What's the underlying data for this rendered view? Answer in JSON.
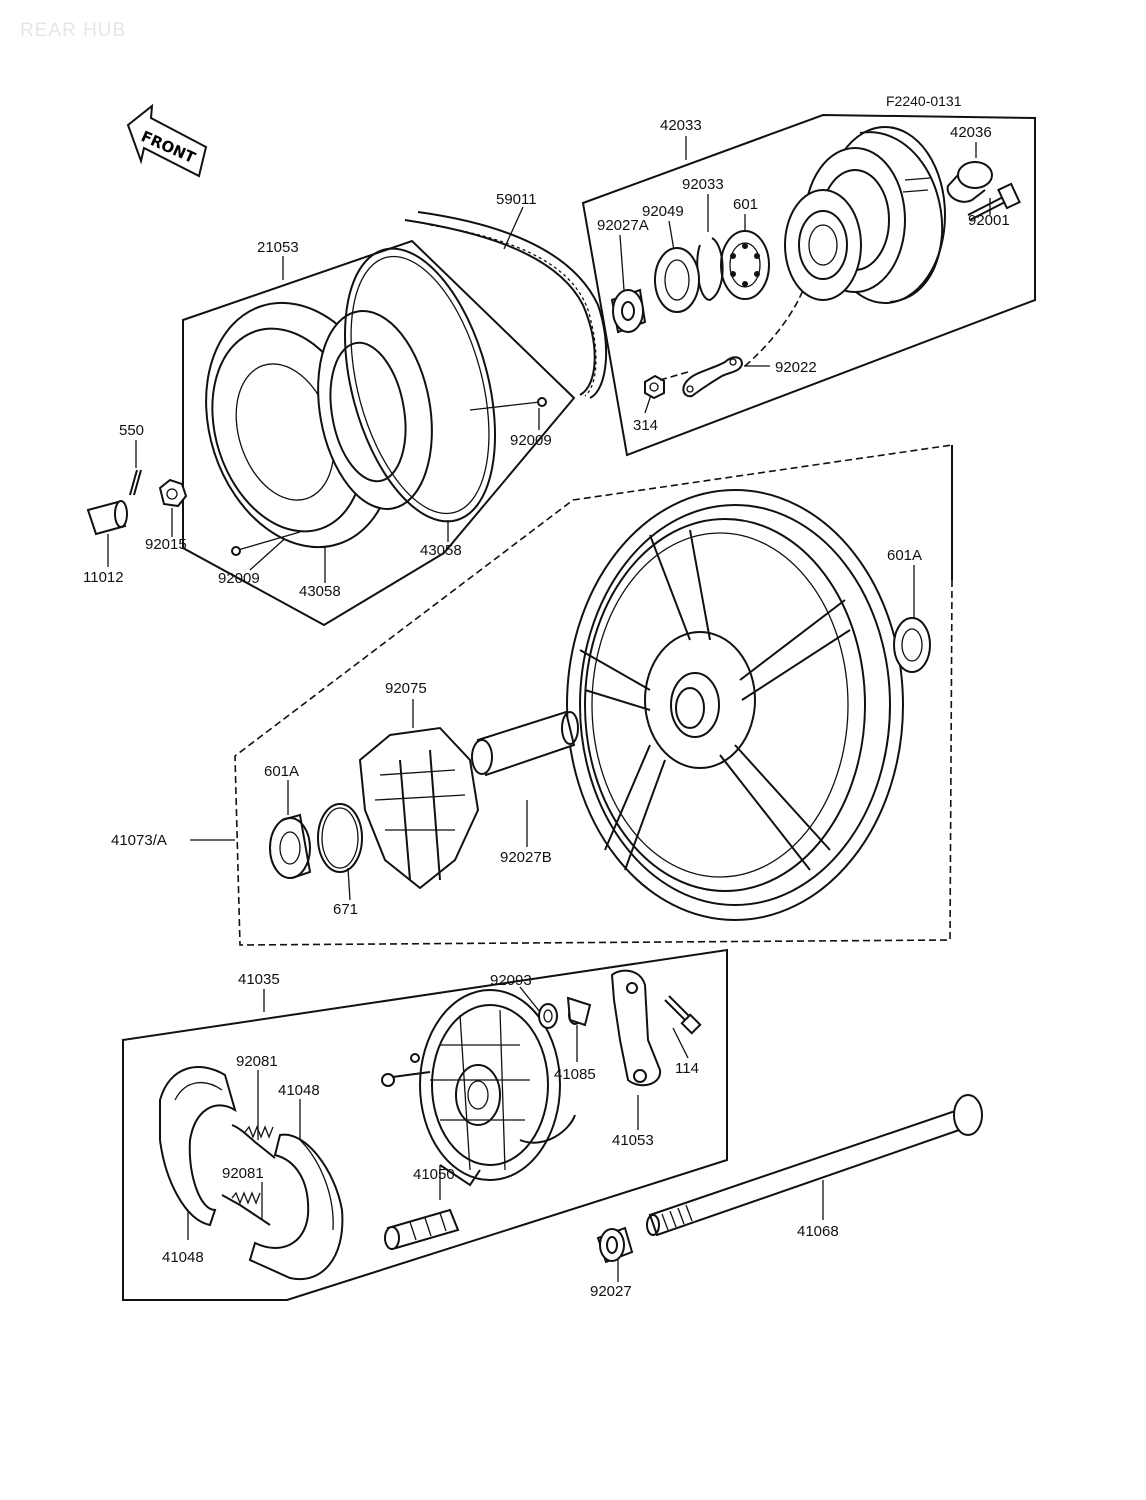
{
  "header": {
    "watermark": "REAR HUB",
    "figure_code": "F2240-0131",
    "front_arrow": "FRONT"
  },
  "labels": [
    {
      "id": "42033",
      "text": "42033"
    },
    {
      "id": "42036",
      "text": "42036"
    },
    {
      "id": "92033",
      "text": "92033"
    },
    {
      "id": "92049",
      "text": "92049"
    },
    {
      "id": "601",
      "text": "601"
    },
    {
      "id": "92027A",
      "text": "92027A"
    },
    {
      "id": "92001",
      "text": "92001"
    },
    {
      "id": "92022",
      "text": "92022"
    },
    {
      "id": "314",
      "text": "314"
    },
    {
      "id": "59011",
      "text": "59011"
    },
    {
      "id": "21053",
      "text": "21053"
    },
    {
      "id": "550",
      "text": "550"
    },
    {
      "id": "92009a",
      "text": "92009"
    },
    {
      "id": "92015",
      "text": "92015"
    },
    {
      "id": "11012",
      "text": "11012"
    },
    {
      "id": "92009b",
      "text": "92009"
    },
    {
      "id": "43058a",
      "text": "43058"
    },
    {
      "id": "43058b",
      "text": "43058"
    },
    {
      "id": "601A_right",
      "text": "601A"
    },
    {
      "id": "92075",
      "text": "92075"
    },
    {
      "id": "601A_left",
      "text": "601A"
    },
    {
      "id": "41073A",
      "text": "41073/A"
    },
    {
      "id": "92027B",
      "text": "92027B"
    },
    {
      "id": "671",
      "text": "671"
    },
    {
      "id": "41035",
      "text": "41035"
    },
    {
      "id": "92093",
      "text": "92093"
    },
    {
      "id": "92081a",
      "text": "92081"
    },
    {
      "id": "41048a",
      "text": "41048"
    },
    {
      "id": "41085",
      "text": "41085"
    },
    {
      "id": "114",
      "text": "114"
    },
    {
      "id": "41053",
      "text": "41053"
    },
    {
      "id": "92081b",
      "text": "92081"
    },
    {
      "id": "41050",
      "text": "41050"
    },
    {
      "id": "41048b",
      "text": "41048"
    },
    {
      "id": "41068",
      "text": "41068"
    },
    {
      "id": "92027",
      "text": "92027"
    }
  ]
}
